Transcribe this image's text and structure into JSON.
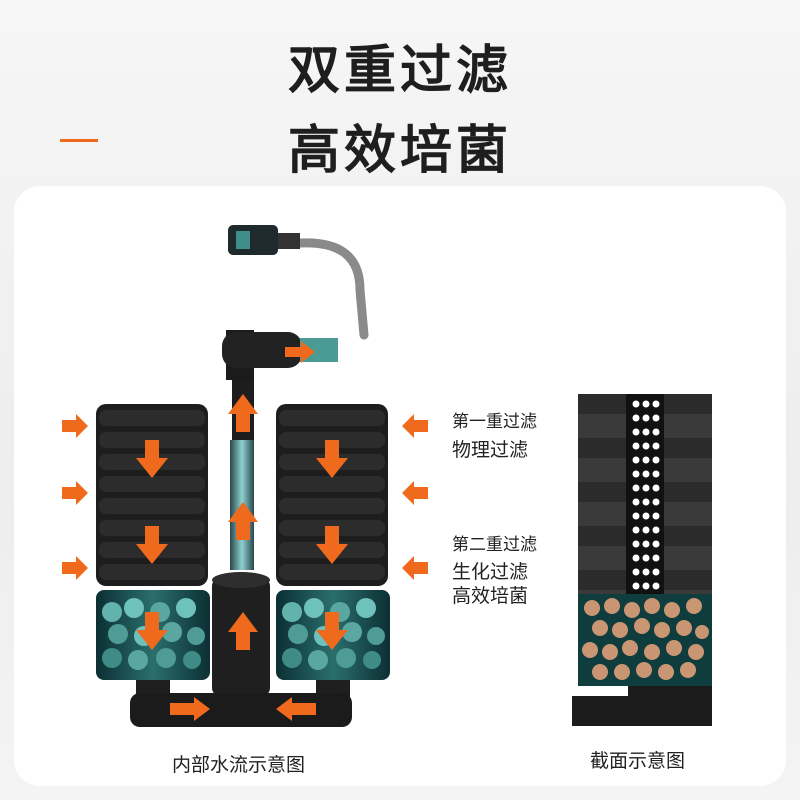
{
  "header": {
    "title_line1": "双重过滤",
    "title_line2": "高效培菌"
  },
  "labels": {
    "stage1_title": "第一重过滤",
    "stage1_desc": "物理过滤",
    "stage2_title": "第二重过滤",
    "stage2_desc_line1": "生化过滤",
    "stage2_desc_line2": "高效培菌"
  },
  "captions": {
    "left": "内部水流示意图",
    "right": "截面示意图"
  },
  "colors": {
    "accent": "#f06a1e",
    "sponge": "#232323",
    "media": "#c99572",
    "tank": "#0f3d3e"
  }
}
